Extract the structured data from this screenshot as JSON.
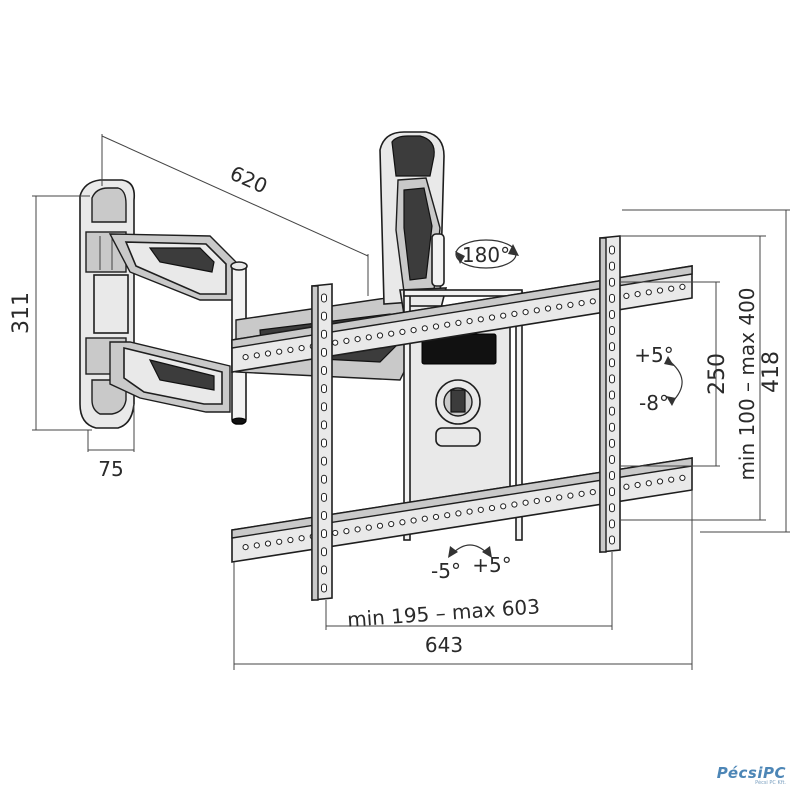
{
  "dimensions": {
    "arm_length": "620",
    "wall_plate_height": "311",
    "wall_plate_depth": "75",
    "rotation": "180°",
    "tilt_up": "+5°",
    "tilt_down": "-8°",
    "vertical_hole_spacing": "250",
    "vesa_vertical_range": "min 100 – max 400",
    "max_bracket_height": "418",
    "swivel_left": "-5°",
    "swivel_right": "+5°",
    "vesa_horizontal_range": "min 195 – max 603",
    "max_bracket_width": "643"
  },
  "watermark": {
    "brand": "PécsiPC",
    "sub": "Pécsi PC Kft."
  }
}
